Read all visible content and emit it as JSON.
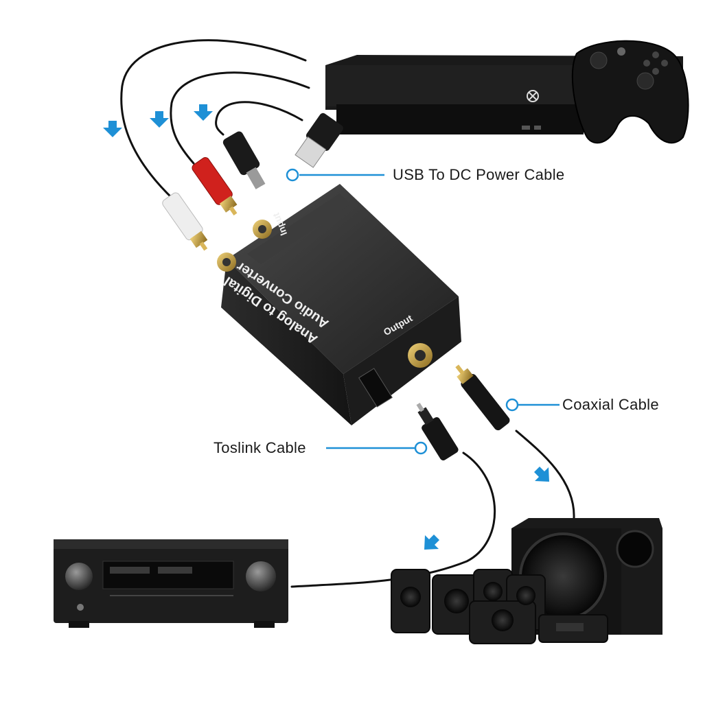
{
  "callouts": {
    "usb_dc": "USB To DC Power Cable",
    "coaxial": "Coaxial Cable",
    "toslink": "Toslink Cable"
  },
  "device": {
    "line1": "Analog to Digital",
    "line2": "Audio Converter",
    "input_label": "Input",
    "output_label": "Output"
  },
  "colors": {
    "accent": "#1e90d6",
    "device_body": "#2a2a2a",
    "rca_red": "#d0211d",
    "rca_white": "#eeeeee",
    "gold": "#c9a640"
  }
}
